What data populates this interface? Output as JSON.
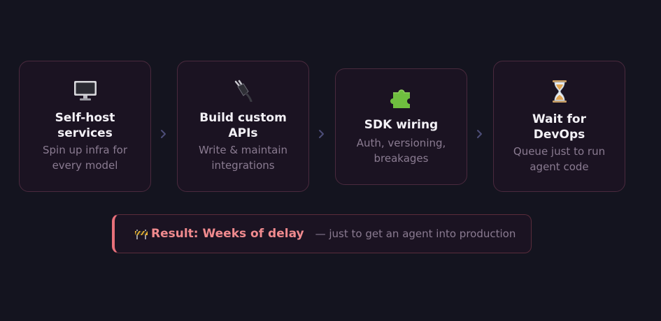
{
  "steps": [
    {
      "icon": "desktop-computer-icon",
      "title_line1": "Self-host",
      "title_line2": "services",
      "desc_line1": "Spin up infra for",
      "desc_line2": "every model"
    },
    {
      "icon": "electric-plug-icon",
      "title_line1": "Build custom",
      "title_line2": "APIs",
      "desc_line1": "Write & maintain",
      "desc_line2": "integrations"
    },
    {
      "icon": "puzzle-piece-icon",
      "title_line1": "SDK wiring",
      "title_line2": "",
      "desc_line1": "Auth, versioning,",
      "desc_line2": "breakages"
    },
    {
      "icon": "hourglass-icon",
      "title_line1": "Wait for",
      "title_line2": "DevOps",
      "desc_line1": "Queue just to run",
      "desc_line2": "agent code"
    }
  ],
  "result": {
    "icon": "construction-barrier-icon",
    "label": "Result: Weeks of delay",
    "note": "— just to get an agent into production"
  },
  "colors": {
    "background": "#14141f",
    "card_background": "#1b1322",
    "card_border": "#4a2a3e",
    "accent": "#e8707a",
    "title": "#f3f1f6",
    "muted": "#8a7b91",
    "arrow": "#4c4d78"
  }
}
